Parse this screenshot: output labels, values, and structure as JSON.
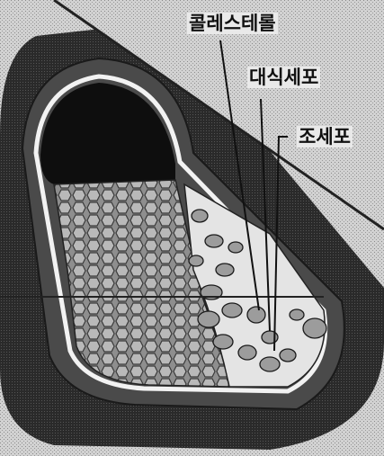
{
  "labels": {
    "cholesterol": "콜레스테롤",
    "macrophage": "대식세포",
    "fibroblast": "조세포"
  },
  "colors": {
    "background": "#cfcfcf",
    "wall_dark": "#1e1e1e",
    "wall_mid": "#5a5a5a",
    "lumen": "#111111",
    "cells": "#9a9a9a"
  }
}
